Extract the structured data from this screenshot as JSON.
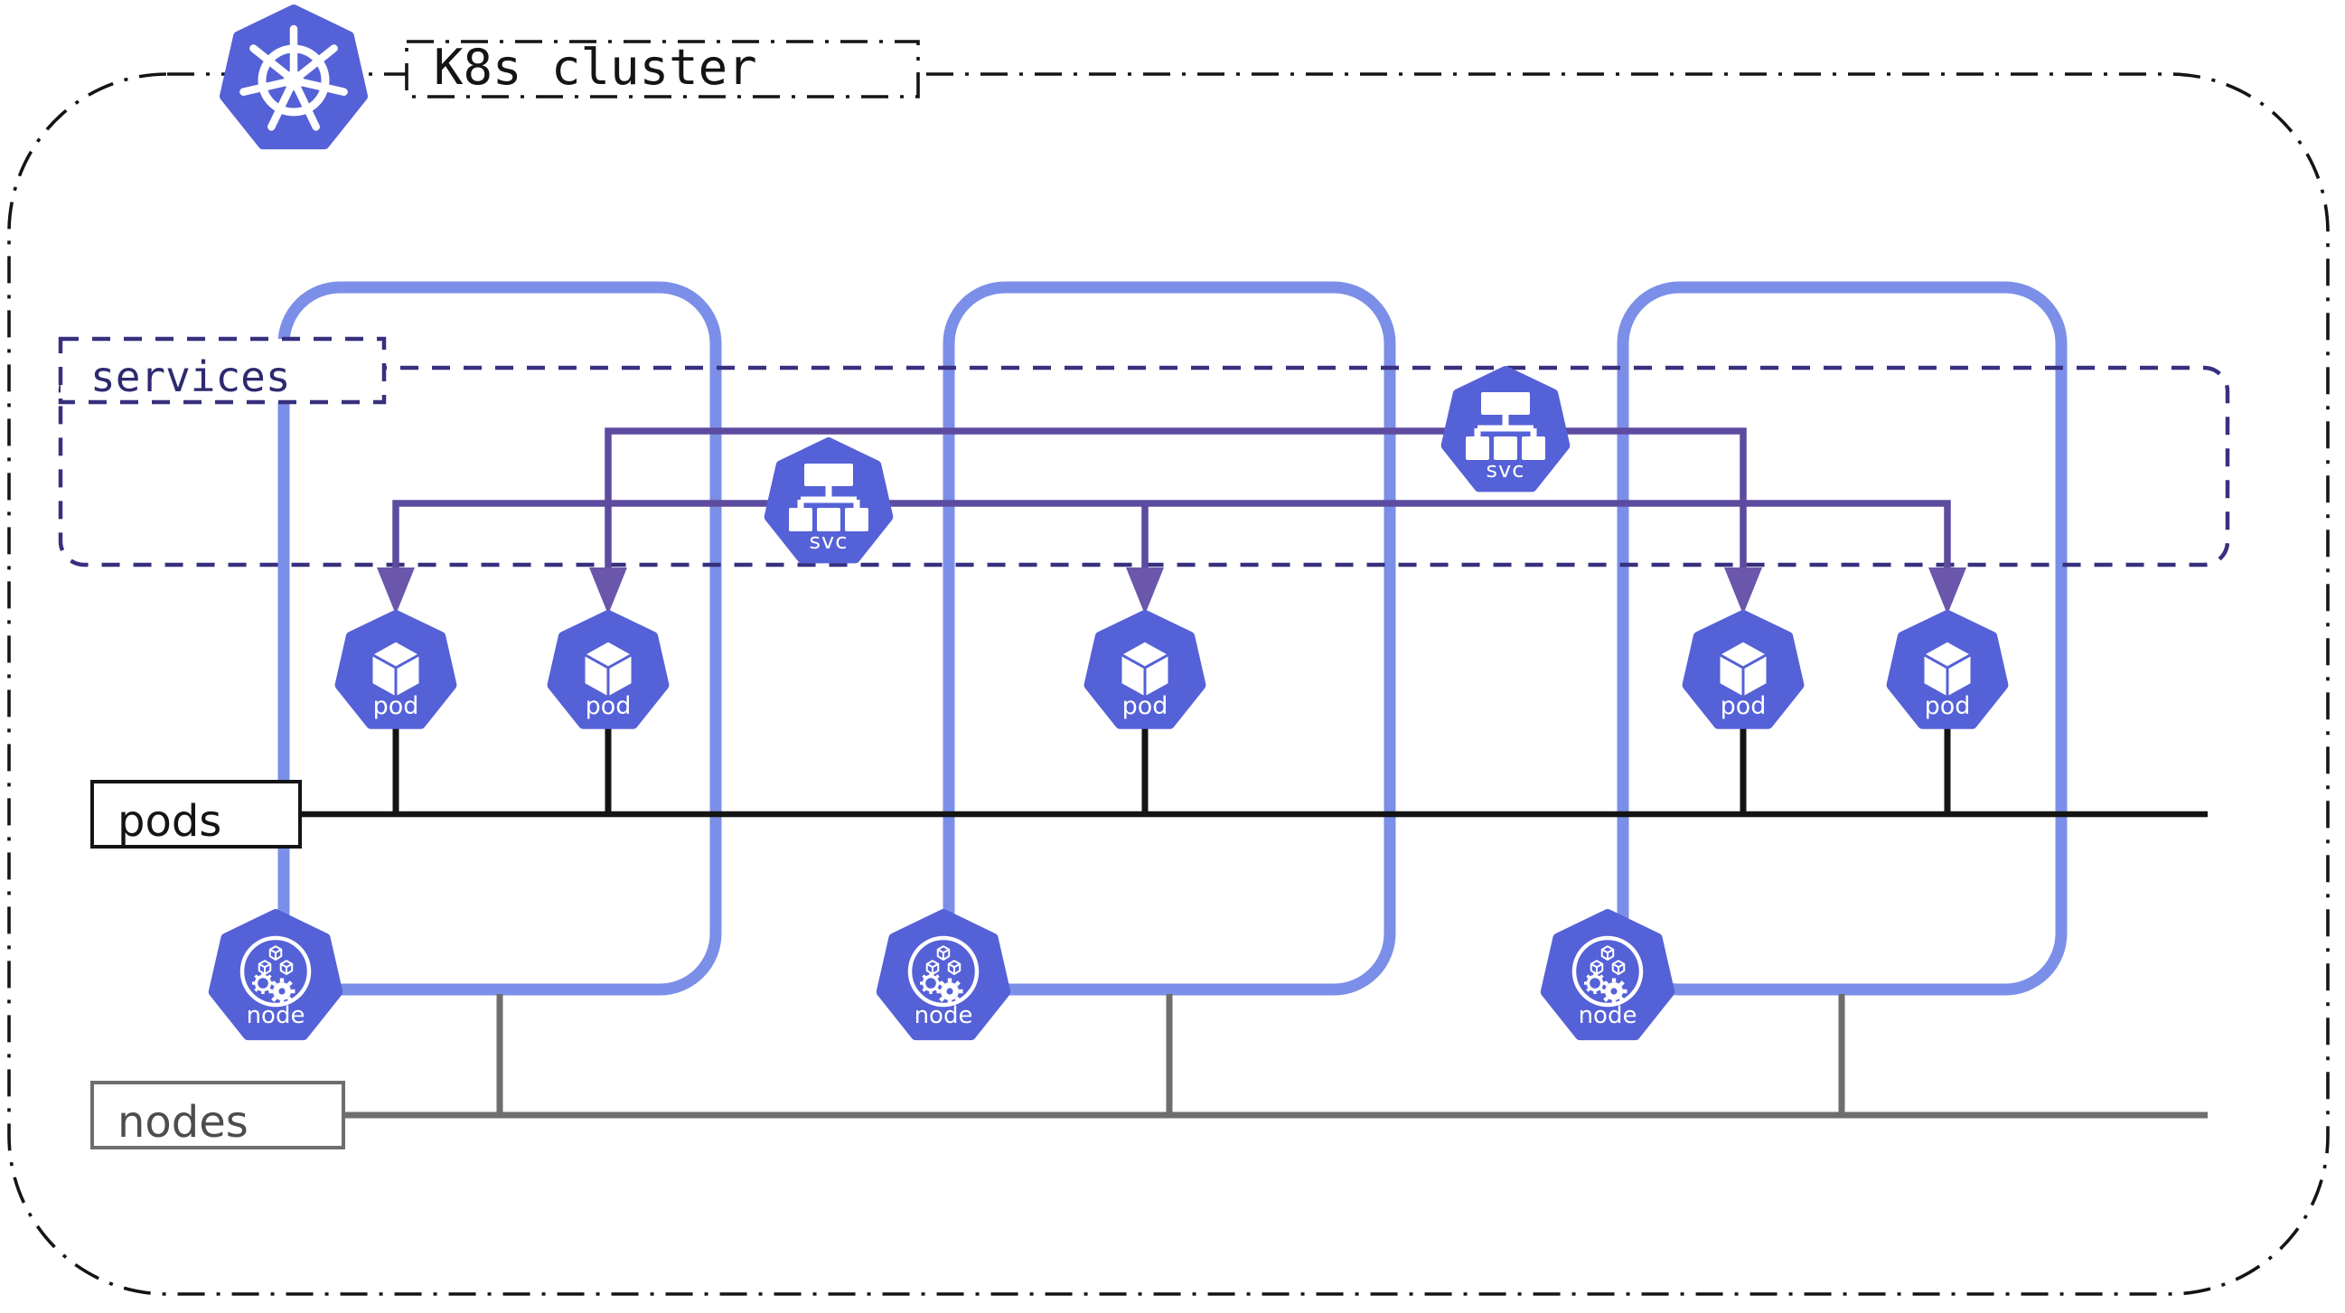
{
  "labels": {
    "cluster": "K8s cluster",
    "services": "services",
    "pods": "pods",
    "nodes": "nodes"
  },
  "icons": {
    "svc_label": "svc",
    "pod_label": "pod",
    "node_label": "node",
    "kubernetes_logo": "kubernetes-helm-wheel"
  },
  "structure": {
    "node_count": 3,
    "pod_count": 5,
    "service_count": 2,
    "pods_per_node": [
      2,
      1,
      2
    ],
    "connections": [
      {
        "service": "svc-1",
        "pods": [
          "pod-1",
          "pod-3",
          "pod-5"
        ]
      },
      {
        "service": "svc-2",
        "pods": [
          "pod-2",
          "pod-4"
        ]
      }
    ]
  },
  "colors": {
    "icon_blue": "#5561d7",
    "rect_blue": "#7b8fe8",
    "line_purple": "#5d4ba0",
    "arrow_purple": "#6a57ab",
    "services_navy": "#37307f",
    "services_text": "#2e2a6e",
    "black": "#141414",
    "gray": "#6e6e6e",
    "gray_text": "#4d4d4d",
    "background": "#ffffff"
  }
}
